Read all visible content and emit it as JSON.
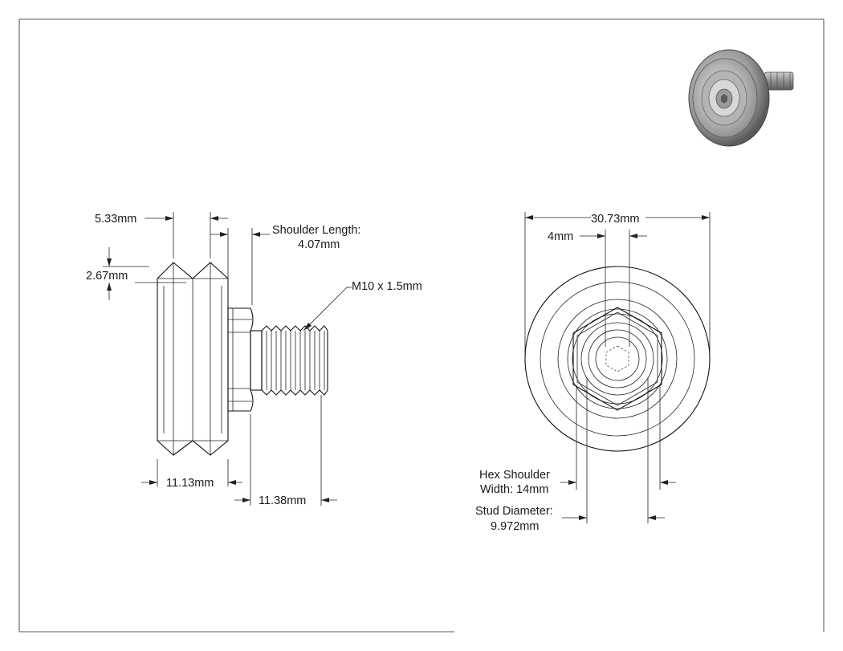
{
  "drawing": {
    "side_view": {
      "groove_width": "5.33mm",
      "groove_depth": "2.67mm",
      "shoulder_length_label": "Shoulder Length:",
      "shoulder_length_value": "4.07mm",
      "thread": "M10 x 1.5mm",
      "wheel_width": "11.13mm",
      "stud_length": "11.38mm"
    },
    "front_view": {
      "outer_diameter": "30.73mm",
      "hex_socket": "4mm",
      "hex_shoulder_label": "Hex Shoulder",
      "hex_shoulder_value": "Width: 14mm",
      "stud_diameter_label": "Stud Diameter:",
      "stud_diameter_value": "9.972mm"
    },
    "thumbnail_icon": "rendered-wheel-icon"
  }
}
